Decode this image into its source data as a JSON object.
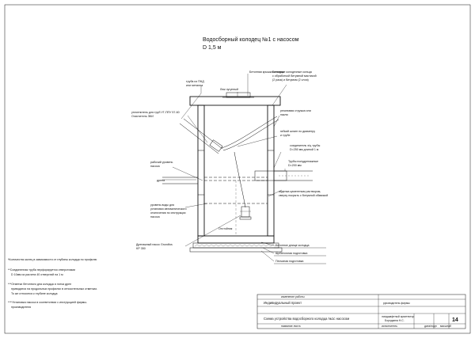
{
  "drawing": {
    "title": "Водосборный колодец №1 с насосом",
    "subtitle": "D 1,5 м"
  },
  "labels": {
    "concrete_cover": "Бетонная крышка колодца",
    "cast_hatch": "Люк чугунный",
    "pipe_pnd_1": "труба из ПНД",
    "pipe_pnd_2": "или металла",
    "rings_1": "Бетонные колодезные кольца",
    "rings_2": "с обработкой битумной мастикой",
    "rings_3": "(2 раза) и битумом (2 слоя)",
    "seal_1": "уплотнитель для труб УГ-ППУ 57-60",
    "seal_2": "Очиститель ЭКИ",
    "rubber_1": "резиновая стружка или",
    "rubber_2": "пакля",
    "hose_1": "гибкий шланг по диаметру",
    "hose_2": "и трубе",
    "sleeve_1": "соединитель э/ц трубы",
    "sleeve_2": "D=250 мм длиной 1 м",
    "work_level_1": "рабочий уровень",
    "work_level_2": "насоса",
    "perf_pipe_1": "Трубы полудренажные",
    "perf_pipe_2": "D=200 мм",
    "drain": "дрена",
    "seal_gap_1": "заделка цементным раствором,",
    "seal_gap_2": "сверху покрыть с битумной обмазкой",
    "water_level_1": "уровень воды для",
    "water_level_2": "установки автоматического",
    "water_level_3": "отключения по инструкции",
    "water_level_4": "насоса",
    "sludge": "Отстойник",
    "pump_1": "Дренажный насос Grundfos",
    "pump_2": "KP 350",
    "bottom": "Бетонное днище колодца",
    "gravel": "Щебеночная подготовка",
    "sand": "Песчаная подготовка"
  },
  "notes": {
    "n1": "*Количество колец в зависимости от глубины колодца по профилю",
    "n2a": "**Соединенная труба перфорируется отверстиями",
    "n2b": "D 10мм из расчета 40 отверстий на 1 м",
    "n3a": "***Отметки бетонного дна колодца и лотка дрен",
    "n3b": "приводятся на продольных профилях в относительных отметках.",
    "n3c": "То же относится к глубине колодца",
    "n4a": "****Установка насоса в соответствии с инструкцией фирмы-",
    "n4b": "производителя"
  },
  "stamp": {
    "top_left": "изменение работы",
    "project": "Индивидуальный проект",
    "firm": "руководитель фирмы",
    "sheet_title": "Схема устройства водосборного колодца №1с насосом",
    "architect_1": "ландшафтный архитектор",
    "architect_2": "Бородкина Н.С.",
    "sheet_no": "14",
    "bot_1": "название листа",
    "bot_2": "исполнитель",
    "bot_3": "дата/подп",
    "bot_4": "масштаб"
  }
}
